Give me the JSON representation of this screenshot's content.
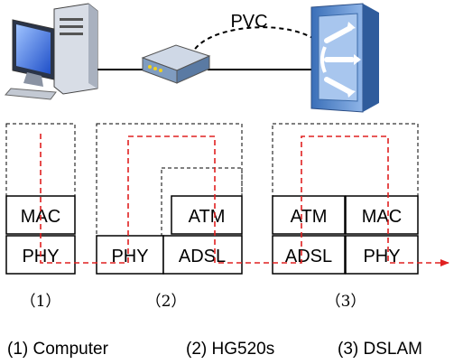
{
  "link": {
    "pvc_label": "PVC"
  },
  "devices": {
    "computer": {
      "number": "（1）",
      "caption": "(1) Computer",
      "layers": {
        "mac": "MAC",
        "phy": "PHY"
      }
    },
    "hg520s": {
      "number": "（2）",
      "caption": "(2) HG520s",
      "layers": {
        "atm": "ATM",
        "phy": "PHY",
        "adsl": "ADSL"
      }
    },
    "dslam": {
      "number": "（3）",
      "caption": "(3) DSLAM",
      "layers": {
        "atm": "ATM",
        "mac": "MAC",
        "adsl": "ADSL",
        "phy": "PHY"
      }
    }
  },
  "colors": {
    "path": "#e02020",
    "dslam_panel": "#5a8fd0",
    "modem_body": "#7f9cc0"
  }
}
